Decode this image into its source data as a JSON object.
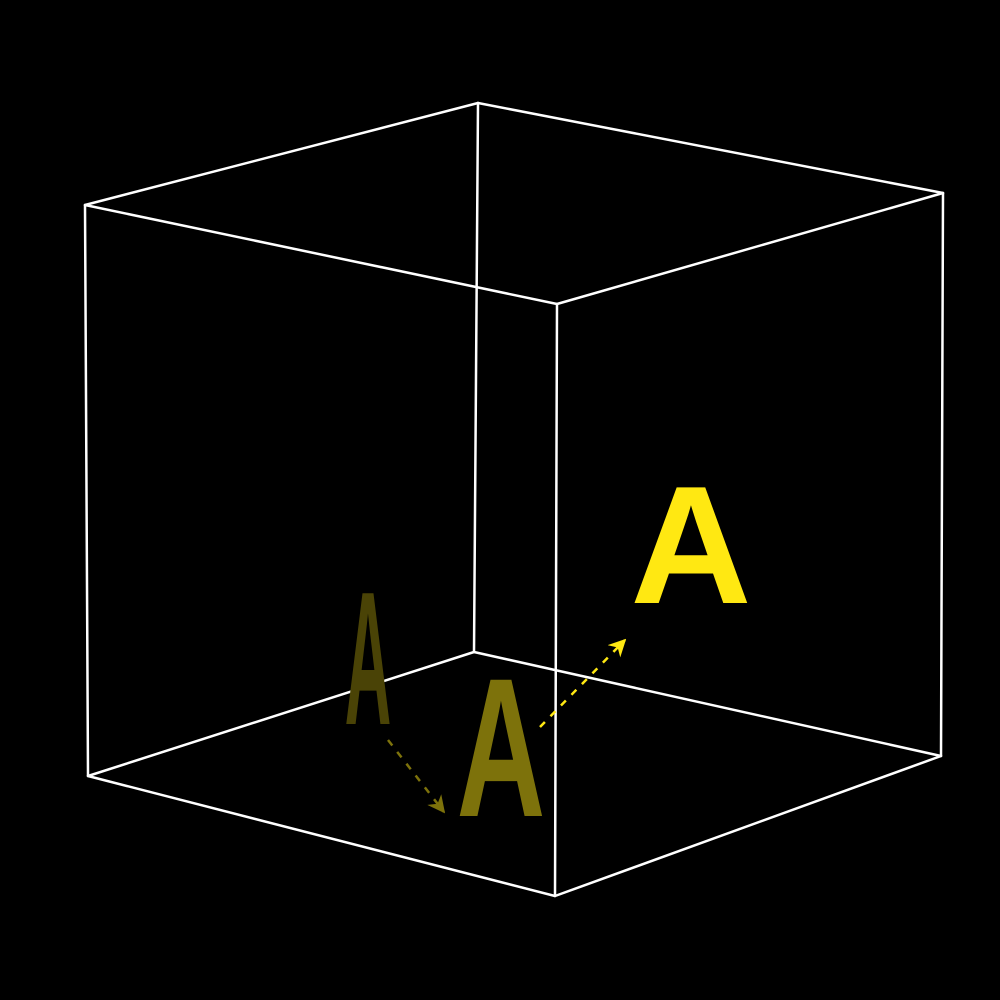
{
  "colors": {
    "background": "#000000",
    "edge": "#ffffff",
    "letter_bright": "#ffe812",
    "letter_mid": "#7d720b",
    "letter_dim": "#4a4306"
  },
  "letters": {
    "dim": "A",
    "mid": "A",
    "bright": "A"
  },
  "arrows": {
    "first": "dashed-arrow-icon",
    "second": "dashed-arrow-icon"
  }
}
